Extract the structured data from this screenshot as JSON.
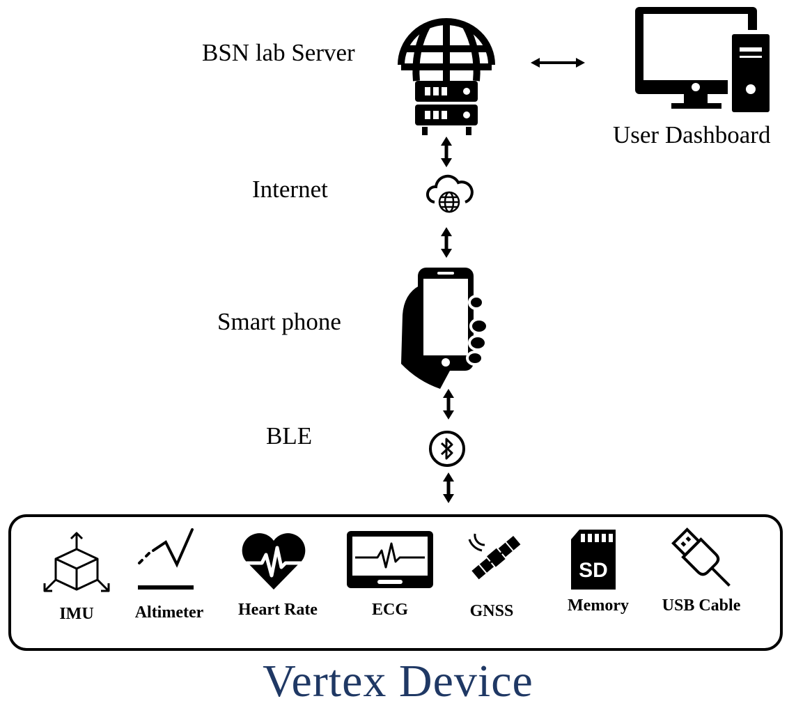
{
  "nodes": {
    "server": {
      "label": "BSN lab Server",
      "icon": "globe-server-icon"
    },
    "dashboard": {
      "label": "User Dashboard",
      "icon": "desktop-computer-icon"
    },
    "internet": {
      "label": "Internet",
      "icon": "cloud-globe-icon"
    },
    "phone": {
      "label": "Smart phone",
      "icon": "hand-smartphone-icon"
    },
    "ble": {
      "label": "BLE",
      "icon": "bluetooth-icon"
    }
  },
  "device": {
    "title": "Vertex Device",
    "components": [
      {
        "label": "IMU",
        "icon": "cube-axes-icon"
      },
      {
        "label": "Altimeter",
        "icon": "altitude-graph-icon"
      },
      {
        "label": "Heart Rate",
        "icon": "heart-pulse-icon"
      },
      {
        "label": "ECG",
        "icon": "ecg-monitor-icon"
      },
      {
        "label": "GNSS",
        "icon": "satellite-icon"
      },
      {
        "label": "Memory",
        "icon": "sd-card-icon"
      },
      {
        "label": "USB Cable",
        "icon": "usb-cable-icon"
      }
    ]
  },
  "colors": {
    "title": "#1f3864",
    "ink": "#000000"
  }
}
